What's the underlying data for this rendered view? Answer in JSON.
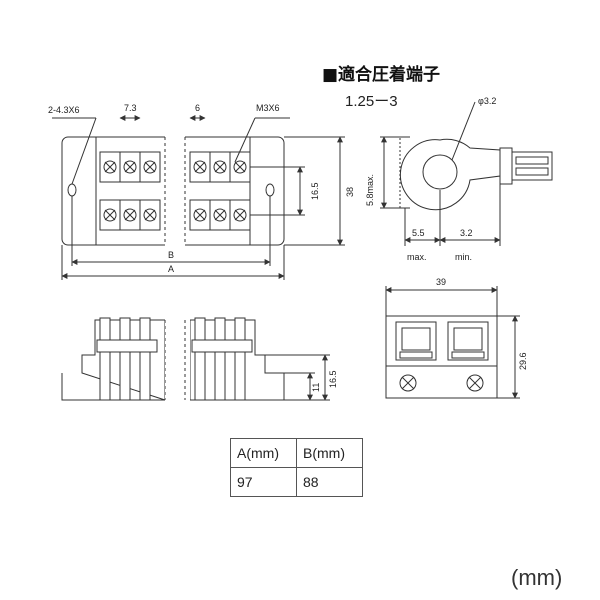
{
  "title": "■適合圧着端子",
  "terminal_size": "1.25ー3",
  "units_note": "(mm)",
  "top_view": {
    "hole_label": "2-4.3X6",
    "pitch_label": "7.3",
    "gap_label": "6",
    "screw_label": "M3X6",
    "height_inner_label": "16.5",
    "height_outer_label": "38",
    "b_label": "B",
    "a_label": "A"
  },
  "lug": {
    "hole_label": "φ3.2",
    "width_label": "5.8max.",
    "len1_label": "5.5",
    "len1_note": "max.",
    "len2_label": "3.2",
    "len2_note": "min."
  },
  "side_view": {
    "base_label": "11",
    "height_label": "16.5"
  },
  "end_view": {
    "width_label": "39",
    "height_label": "29.6"
  },
  "table": {
    "headers": [
      "A(mm)",
      "B(mm)"
    ],
    "rows": [
      [
        "97",
        "88"
      ]
    ]
  }
}
